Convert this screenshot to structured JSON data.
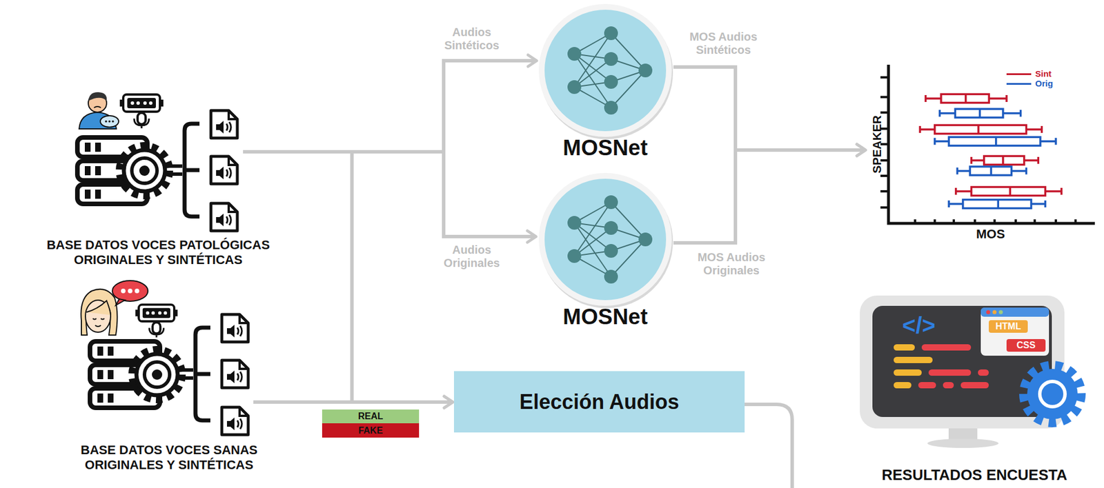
{
  "diagram": {
    "nodes": [
      {
        "text": [
          "BASE DATOS VOCES PATOLÓGICAS ORIGINALES Y SINTÉTICAS"
        ]
      },
      {
        "text": [
          "MOSNet"
        ]
      },
      {
        "text": [
          "MOSNet"
        ]
      },
      {
        "text": [
          "SPEAKER",
          "MOS"
        ]
      },
      {
        "text": [
          "BASE DATOS VOCES SANAS ORIGINALES Y SINTÉTICAS"
        ]
      },
      {
        "text": [
          "REAL",
          "FAKE"
        ]
      },
      {
        "text": [
          "Elección Audios"
        ]
      },
      {
        "text": [
          "RESULTADOS ENCUESTA"
        ]
      }
    ],
    "edges": [
      {
        "from": 0,
        "to": 1,
        "arrow": "to",
        "label": "Audios Sintéticos"
      },
      {
        "from": 0,
        "to": 2,
        "arrow": "to",
        "label": "Audios Originales"
      },
      {
        "from": 1,
        "to": 3,
        "arrow": "to",
        "label": "MOS Audios Sintéticos"
      },
      {
        "from": 2,
        "to": 3,
        "arrow": "to",
        "label": "MOS Audios Originales"
      },
      {
        "from": 0,
        "to": 6,
        "arrow": "to"
      },
      {
        "from": 4,
        "to": 6,
        "arrow": "to"
      }
    ],
    "labels": [
      "</>",
      "HTML",
      "CSS"
    ],
    "legend": [
      {
        "text": "Sint",
        "color": "#c4172c"
      },
      {
        "text": "Orig",
        "color": "#1d5bbf"
      }
    ]
  }
}
